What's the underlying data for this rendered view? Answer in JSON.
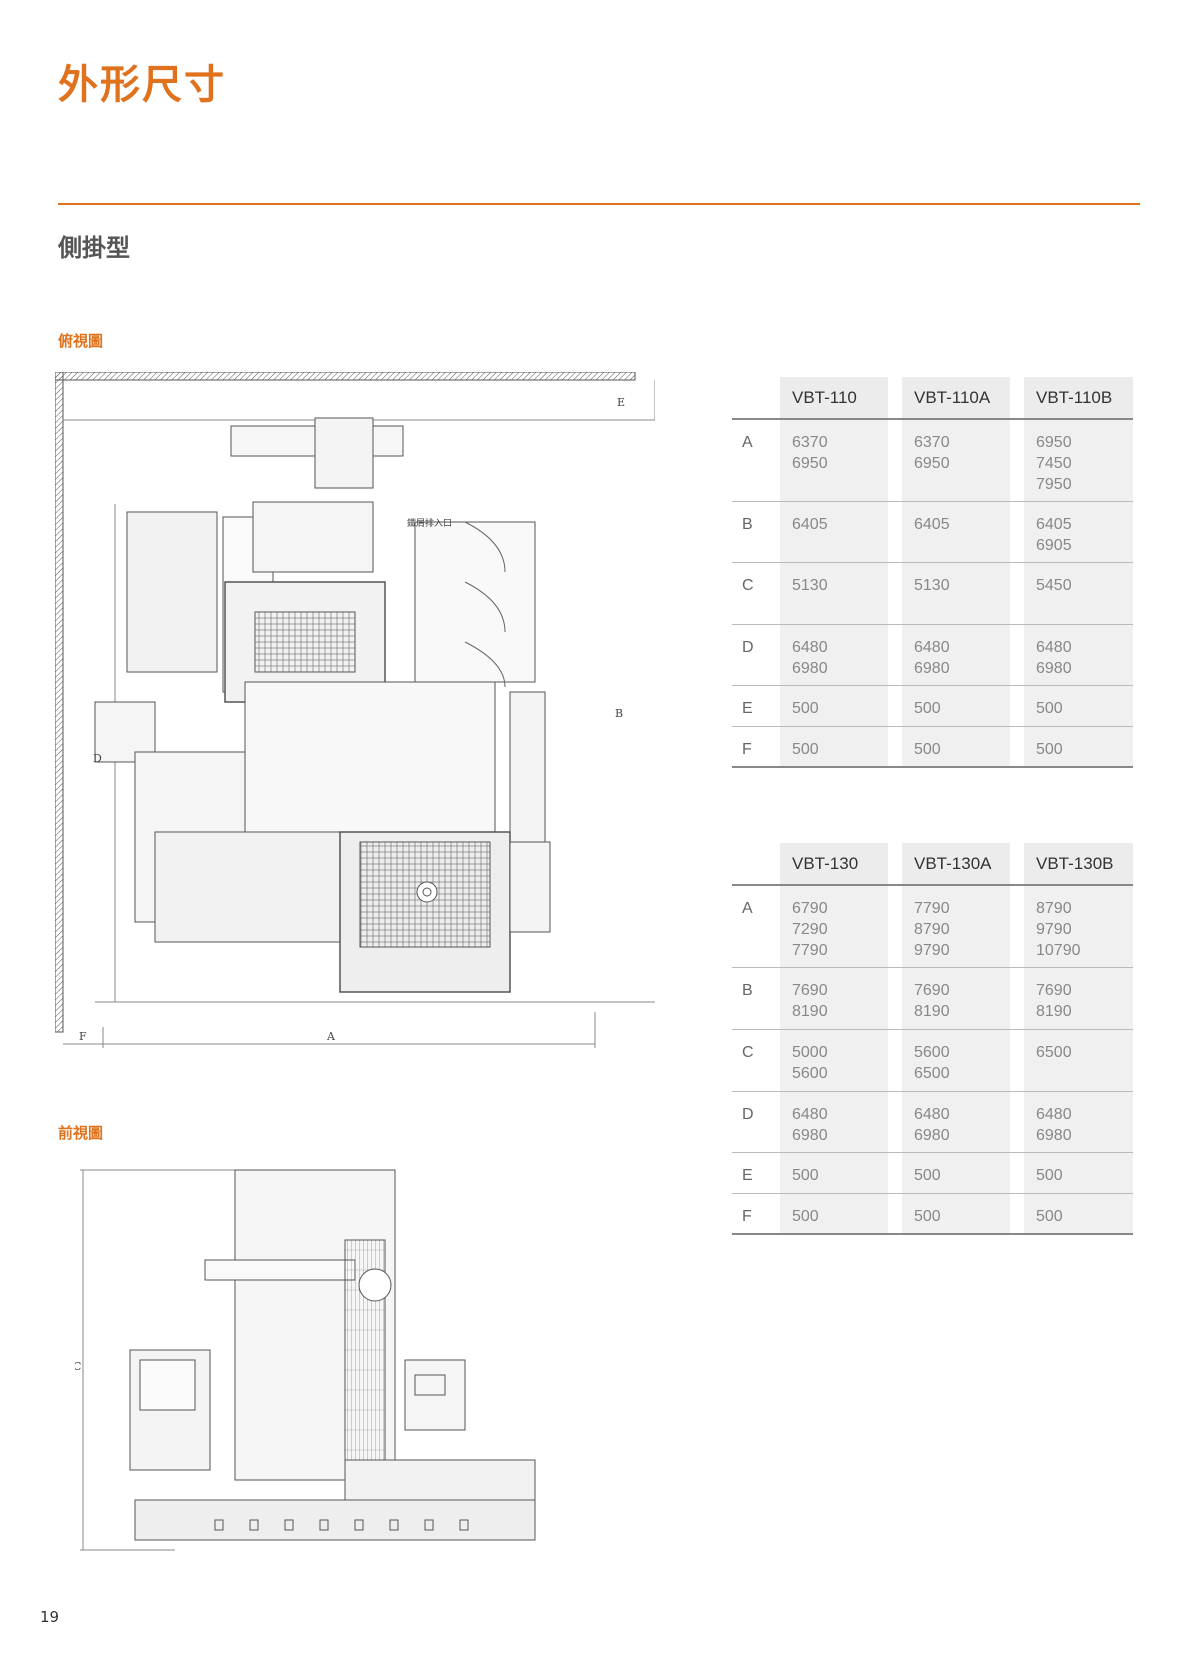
{
  "page": {
    "title": "外形尺寸",
    "subtitle": "側掛型",
    "label_top_view": "俯視圖",
    "label_front_view": "前視圖",
    "page_number": "19",
    "accent_color": "#e0721e"
  },
  "drawing_labels": {
    "dim_a": "A",
    "dim_b": "B",
    "dim_c": "C",
    "dim_d": "D",
    "dim_e": "E",
    "dim_f": "F",
    "chip_label": "鐵屑排入口"
  },
  "table1": {
    "headers": [
      "VBT-110",
      "VBT-110A",
      "VBT-110B"
    ],
    "rows": [
      {
        "label": "A",
        "values": [
          "6370\n6950",
          "6370\n6950",
          "6950\n7450\n7950"
        ]
      },
      {
        "label": "B",
        "values": [
          "6405",
          "6405",
          "6405\n6905"
        ]
      },
      {
        "label": "C",
        "values": [
          "5130",
          "5130",
          "5450"
        ]
      },
      {
        "label": "D",
        "values": [
          "6480\n6980",
          "6480\n6980",
          "6480\n6980"
        ]
      },
      {
        "label": "E",
        "values": [
          "500",
          "500",
          "500"
        ]
      },
      {
        "label": "F",
        "values": [
          "500",
          "500",
          "500"
        ]
      }
    ]
  },
  "table2": {
    "headers": [
      "VBT-130",
      "VBT-130A",
      "VBT-130B"
    ],
    "rows": [
      {
        "label": "A",
        "values": [
          "6790\n7290\n7790",
          "7790\n8790\n9790",
          "8790\n9790\n10790"
        ]
      },
      {
        "label": "B",
        "values": [
          "7690\n8190",
          "7690\n8190",
          "7690\n8190"
        ]
      },
      {
        "label": "C",
        "values": [
          "5000\n5600",
          "5600\n6500",
          "6500"
        ]
      },
      {
        "label": "D",
        "values": [
          "6480\n6980",
          "6480\n6980",
          "6480\n6980"
        ]
      },
      {
        "label": "E",
        "values": [
          "500",
          "500",
          "500"
        ]
      },
      {
        "label": "F",
        "values": [
          "500",
          "500",
          "500"
        ]
      }
    ]
  }
}
